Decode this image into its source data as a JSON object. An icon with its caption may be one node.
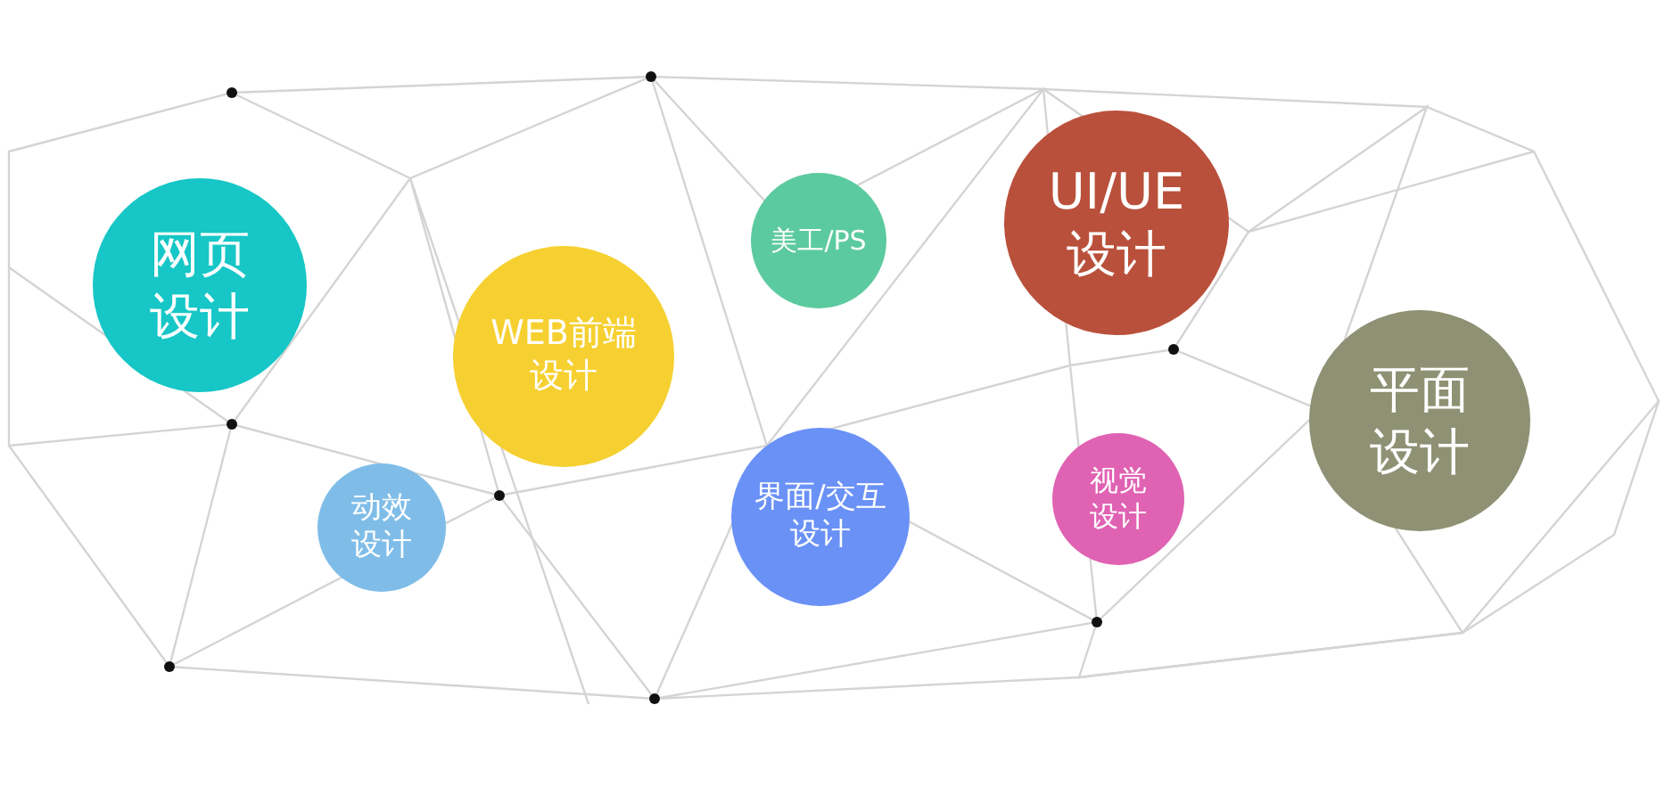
{
  "diagram": {
    "nodes": [
      {
        "text": [
          "网页设计"
        ]
      },
      {
        "text": [
          "动效设计"
        ]
      },
      {
        "text": [
          "WEB前端设计"
        ]
      },
      {
        "text": [
          "美工/PS"
        ]
      },
      {
        "text": [
          "界面/交互设计"
        ]
      },
      {
        "text": [
          "UI/UE设计"
        ]
      },
      {
        "text": [
          "视觉设计"
        ]
      },
      {
        "text": [
          "平面设计"
        ]
      }
    ],
    "edges": []
  }
}
